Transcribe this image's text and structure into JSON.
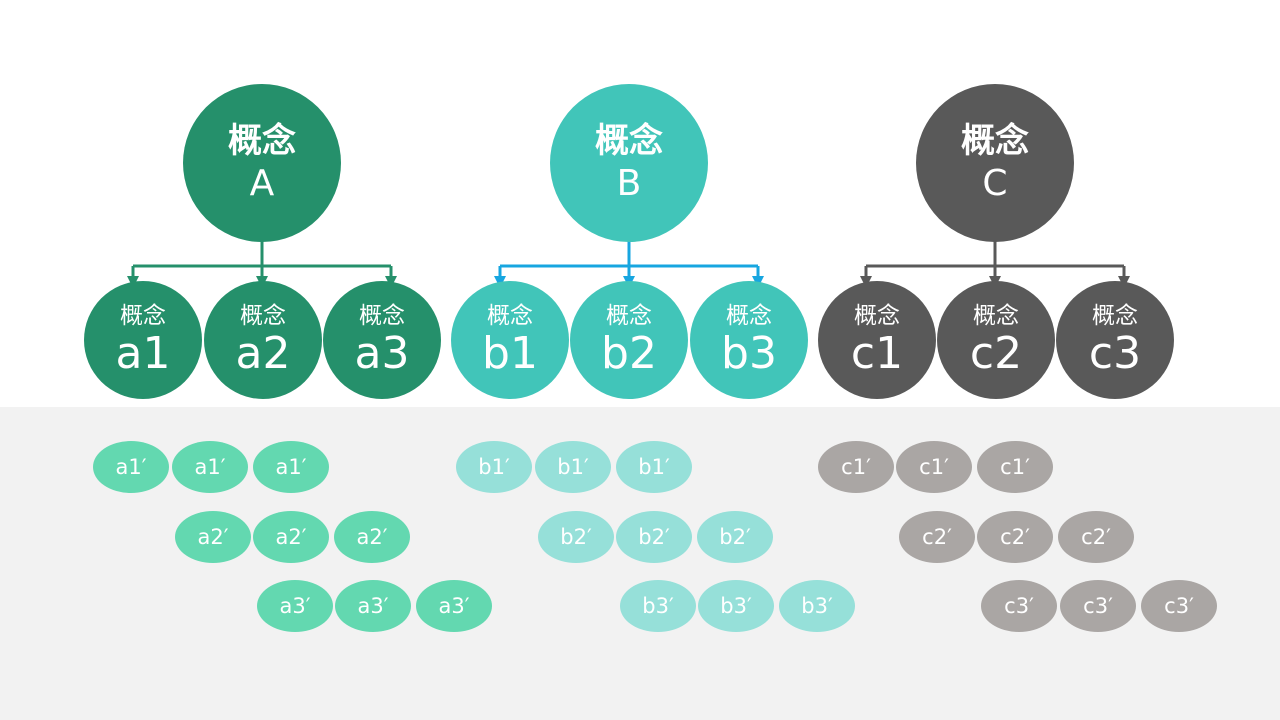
{
  "groups": [
    {
      "key": "a",
      "label": "概念",
      "id": "A",
      "color": "#25906b",
      "link_color": "#25906b",
      "pill_color": "#63d8b0",
      "children": [
        {
          "label": "概念",
          "id": "a1"
        },
        {
          "label": "概念",
          "id": "a2"
        },
        {
          "label": "概念",
          "id": "a3"
        }
      ],
      "pill_rows": [
        [
          "a1′",
          "a1′",
          "a1′"
        ],
        [
          "a2′",
          "a2′",
          "a2′"
        ],
        [
          "a3′",
          "a3′",
          "a3′"
        ]
      ]
    },
    {
      "key": "b",
      "label": "概念",
      "id": "B",
      "color": "#41c5b9",
      "link_color": "#17a6e0",
      "pill_color": "#96e0d9",
      "children": [
        {
          "label": "概念",
          "id": "b1"
        },
        {
          "label": "概念",
          "id": "b2"
        },
        {
          "label": "概念",
          "id": "b3"
        }
      ],
      "pill_rows": [
        [
          "b1′",
          "b1′",
          "b1′"
        ],
        [
          "b2′",
          "b2′",
          "b2′"
        ],
        [
          "b3′",
          "b3′",
          "b3′"
        ]
      ]
    },
    {
      "key": "c",
      "label": "概念",
      "id": "C",
      "color": "#595959",
      "link_color": "#595959",
      "pill_color": "#aaa6a4",
      "children": [
        {
          "label": "概念",
          "id": "c1"
        },
        {
          "label": "概念",
          "id": "c2"
        },
        {
          "label": "概念",
          "id": "c3"
        }
      ],
      "pill_rows": [
        [
          "c1′",
          "c1′",
          "c1′"
        ],
        [
          "c2′",
          "c2′",
          "c2′"
        ],
        [
          "c3′",
          "c3′",
          "c3′"
        ]
      ]
    }
  ]
}
